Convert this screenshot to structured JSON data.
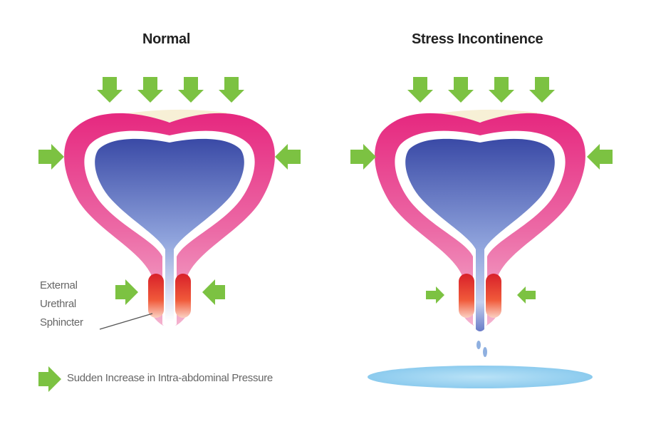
{
  "panels": {
    "left_title": "Normal",
    "right_title": "Stress Incontinence"
  },
  "labels": {
    "sphincter_line1": "External",
    "sphincter_line2": "Urethral",
    "sphincter_line3": "Sphincter"
  },
  "legend": {
    "text": "Sudden Increase in Intra-abdominal Pressure",
    "icon": "green-arrow-icon"
  },
  "colors": {
    "arrow": "#7cc242",
    "bladder_wall": "#e8388a",
    "urine": "#4a5fb0",
    "sphincter": "#e8462a",
    "puddle": "#9fd3f0"
  }
}
